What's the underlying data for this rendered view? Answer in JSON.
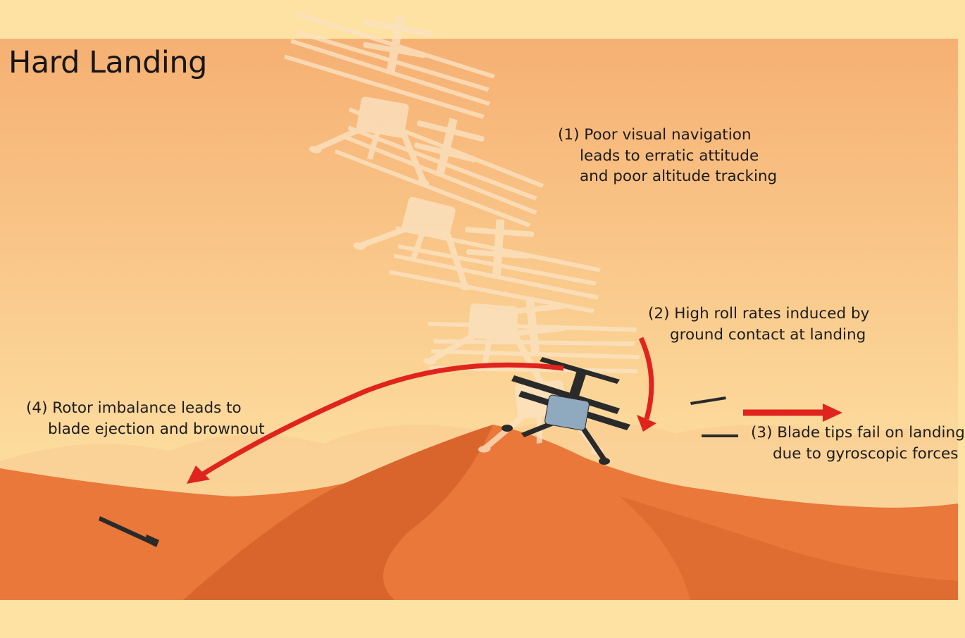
{
  "title": "Hard Landing",
  "annotations": [
    {
      "id": "poor-visual-navigation",
      "lines": [
        "(1) Poor visual navigation",
        "leads to erratic attitude",
        "and poor altitude tracking"
      ]
    },
    {
      "id": "high-roll-rates",
      "lines": [
        "(2) High roll rates induced by",
        "ground contact at landing"
      ]
    },
    {
      "id": "blade-tips-fail",
      "lines": [
        "(3) Blade tips fail on landing",
        "due to gyroscopic forces"
      ]
    },
    {
      "id": "rotor-imbalance",
      "lines": [
        "(4) Rotor imbalance leads to",
        "blade ejection and brownout"
      ]
    }
  ],
  "colors": {
    "sky_top": "#f6b073",
    "sky_bottom": "#fde2a4",
    "border": "#fde2a4",
    "far_hills": "#f8c98f",
    "dune_main": "#e9783a",
    "dune_shadow": "#d9652d",
    "arrow": "#e0241d",
    "ghost_helicopter": "#fbe3c2",
    "helicopter_body": "#8fa9bf",
    "helicopter_dark": "#2a2a2a"
  },
  "icons": [
    "ghost-helicopter",
    "landing-helicopter",
    "ejected-blade",
    "blade-fragment"
  ]
}
